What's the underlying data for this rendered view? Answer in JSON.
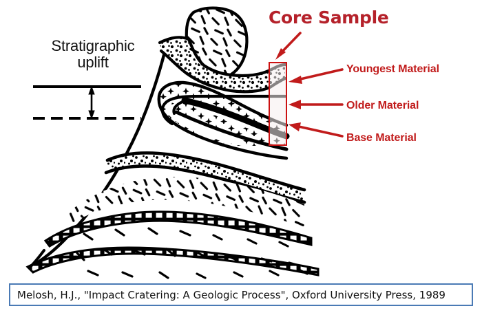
{
  "figure": {
    "type": "geologic-cross-section-diagram",
    "background_color": "#ffffff",
    "subject": "Impact crater central uplift stratigraphy with core sample location"
  },
  "annotations": {
    "stratigraphic_uplift_label": "Stratigraphic\nuplift",
    "core_sample_label": "Core Sample",
    "core_sample_color": "#b5212a",
    "material_label_color": "#c11b1b",
    "materials": [
      {
        "id": "youngest",
        "label": "Youngest Material"
      },
      {
        "id": "older",
        "label": "Older Material"
      },
      {
        "id": "base",
        "label": "Base Material"
      }
    ]
  },
  "caption": {
    "text": "Melosh, H.J., \"Impact Cratering: A Geologic Process\", Oxford University Press, 1989",
    "border_color": "#4a7ab5"
  },
  "layers": [
    {
      "id": "breccia-lens",
      "pattern": "short-dashes",
      "description": "Breccia lens at crest"
    },
    {
      "id": "dotted-cap",
      "pattern": "coarse-dots",
      "description": "Dotted cap layer over crest"
    },
    {
      "id": "overturned-fold",
      "pattern": "plus-crosses",
      "description": "Overturned folded unit with plus symbols and dark band"
    },
    {
      "id": "sandstone",
      "pattern": "fine-dots",
      "description": "Dotted sandstone unit"
    },
    {
      "id": "fractured",
      "pattern": "short-dashes",
      "description": "Fractured basement with dash marks"
    },
    {
      "id": "brick-band-upper",
      "pattern": "brick-hatch",
      "description": "Dark band with white brick pattern"
    },
    {
      "id": "brick-band-lower",
      "pattern": "brick-hatch",
      "description": "Lower dark band with white brick pattern"
    }
  ]
}
